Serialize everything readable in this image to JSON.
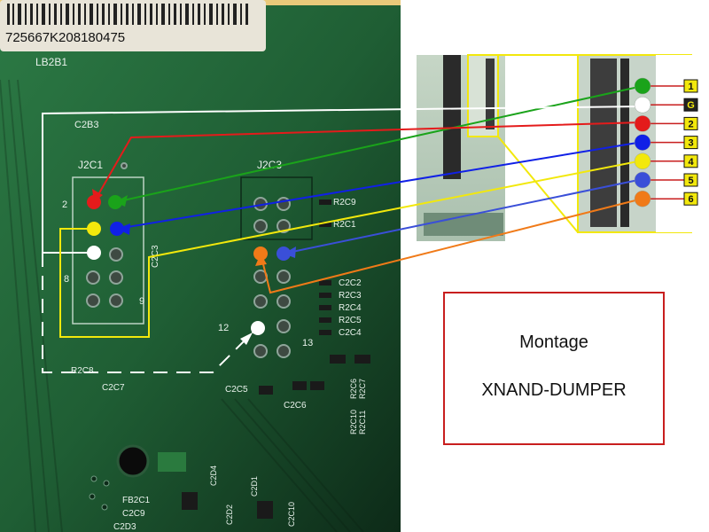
{
  "barcode_text": "725667K208180475",
  "board_labels": {
    "lb2b1": "LB2B1",
    "c2b3": "C2B3",
    "j2c1": "J2C1",
    "j2c3": "J2C3",
    "pin_2": "2",
    "pin_8": "8",
    "pin_9": "9",
    "pin_12": "12",
    "pin_13": "13",
    "c2c3": "C2C3",
    "r2c9": "R2C9",
    "r2c1": "R2C1",
    "c2c2": "C2C2",
    "r2c3": "R2C3",
    "r2c4": "R2C4",
    "r2c5": "R2C5",
    "c2c4": "C2C4",
    "r2c6": "R2C6",
    "r2c7": "R2C7",
    "r2c8": "R2C8",
    "c2c7": "C2C7",
    "c2c5": "C2C5",
    "c2c6": "C2C6",
    "r2c10": "R2C10",
    "r2c11": "R2C11",
    "fb2c1": "FB2C1",
    "c2c9": "C2C9",
    "c2d3": "C2D3",
    "c2d1": "C2D1",
    "c2d2": "C2D2",
    "c2c10": "C2C10",
    "c2d4": "C2D4"
  },
  "connector_pins": [
    {
      "label": "1",
      "color": "#1aa31a"
    },
    {
      "label": "G",
      "color": "#ffffff"
    },
    {
      "label": "2",
      "color": "#e41b1b"
    },
    {
      "label": "3",
      "color": "#1020e6"
    },
    {
      "label": "4",
      "color": "#f2e80c"
    },
    {
      "label": "5",
      "color": "#3a4fd8"
    },
    {
      "label": "6",
      "color": "#f07a18"
    }
  ],
  "colors": {
    "green": "#1aa31a",
    "white": "#ffffff",
    "red": "#e41b1b",
    "blue": "#1020e6",
    "yellow": "#f2e80c",
    "slate_blue": "#3a4fd8",
    "orange": "#f07a18",
    "caption_border": "#c81e1e",
    "pcb_green": "#1f5e34"
  },
  "caption": {
    "title": "Montage",
    "subtitle": "XNAND-DUMPER"
  }
}
